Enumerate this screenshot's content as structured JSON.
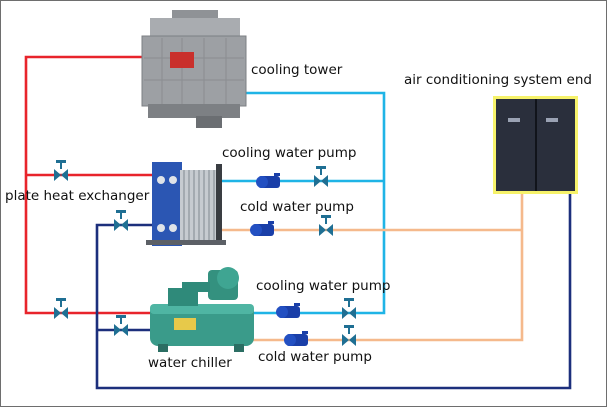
{
  "labels": {
    "cooling_tower": "cooling tower",
    "ac_end": "air conditioning system end",
    "cooling_pump_top": "cooling water pump",
    "plate_hx": "plate heat exchanger",
    "cold_pump_top": "cold water pump",
    "cooling_pump_bottom": "cooling water pump",
    "water_chiller": "water chiller",
    "cold_pump_bottom": "cold water pump"
  },
  "colors": {
    "hot_cooling_pipe": "#e8242b",
    "cool_cooling_pipe": "#1fb4e6",
    "chilled_supply_pipe": "#f5b98c",
    "chilled_return_pipe": "#1c2f7c",
    "valve": "#1f6f93",
    "pump": "#1a3fa8",
    "chiller_body": "#3a9b8a",
    "frame_border": "#6e6e6e"
  },
  "icons": [
    "cooling-tower-icon",
    "plate-heat-exchanger-icon",
    "water-chiller-icon",
    "ac-unit-icon",
    "pump-icon",
    "valve-icon"
  ]
}
